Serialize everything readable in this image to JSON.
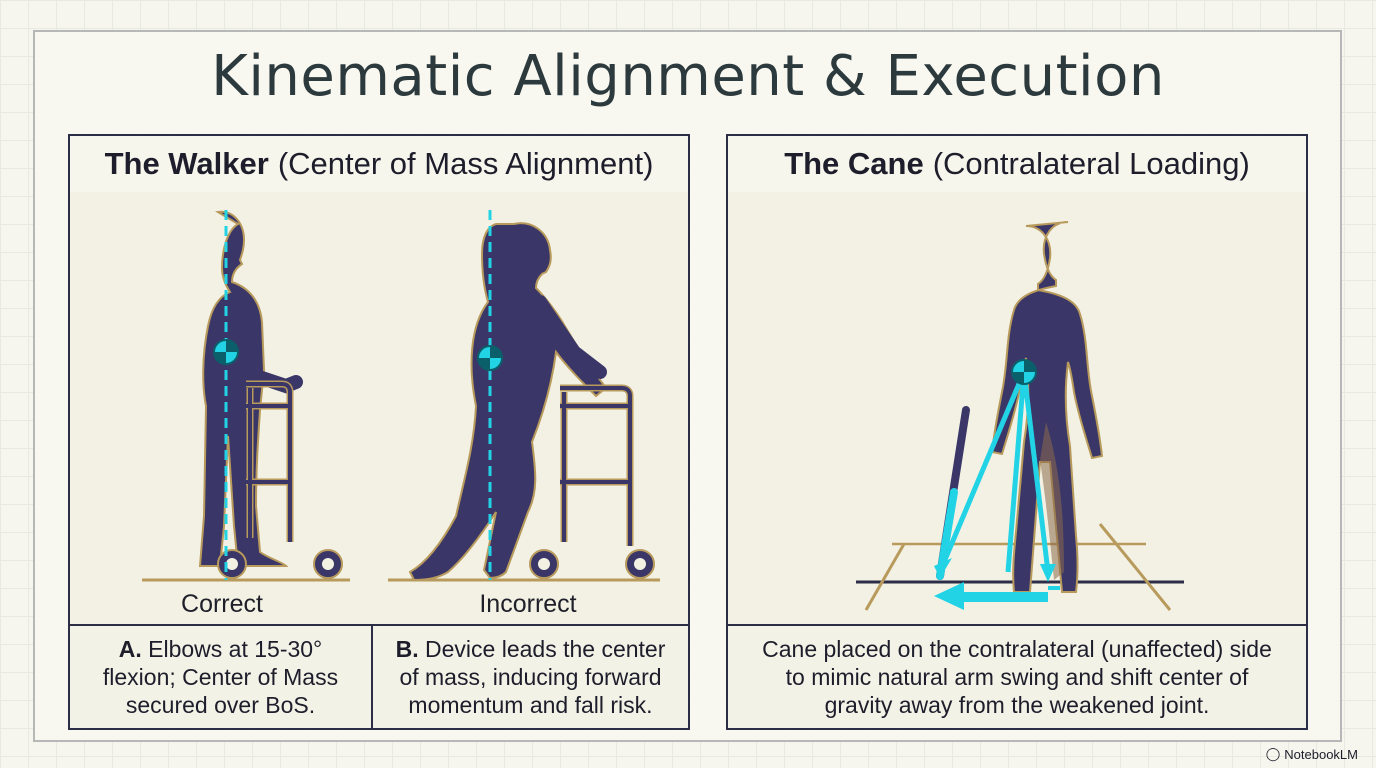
{
  "title": "Kinematic Alignment & Execution",
  "walker_panel": {
    "header_bold": "The Walker",
    "header_rest": "(Center of Mass Alignment)",
    "label_correct": "Correct",
    "label_incorrect": "Incorrect",
    "caption_a_letter": "A.",
    "caption_a_text": "Elbows at 15-30° flexion; Center of Mass secured over BoS.",
    "caption_b_letter": "B.",
    "caption_b_text": "Device leads the center of mass, inducing forward momentum and fall risk."
  },
  "cane_panel": {
    "header_bold": "The Cane",
    "header_rest": "(Contralateral Loading)",
    "caption": "Cane placed on the contralateral (unaffected) side to mimic natural arm swing and shift center of gravity away from the weakened joint."
  },
  "watermark": "NotebookLM",
  "colors": {
    "figure": "#3a3768",
    "outline": "#b89a5c",
    "accent": "#22d3e6",
    "frame": "#2c2d47"
  }
}
